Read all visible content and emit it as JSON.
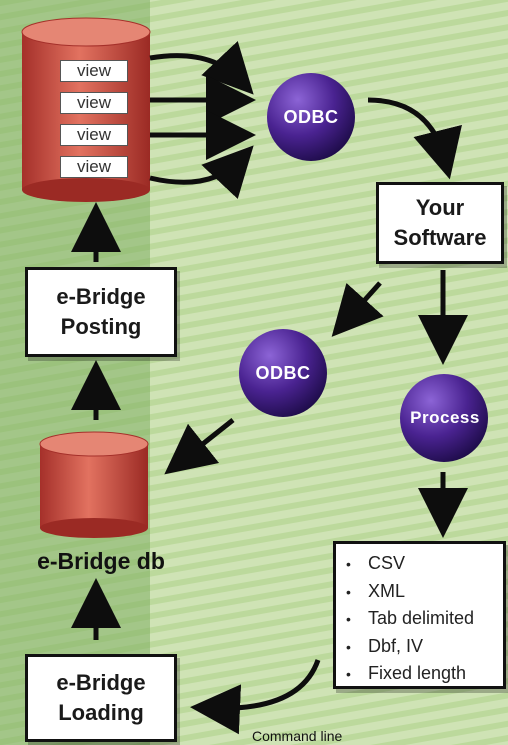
{
  "views": [
    "view",
    "view",
    "view",
    "view"
  ],
  "odbc_top": "ODBC",
  "odbc_mid": "ODBC",
  "process": "Process",
  "your_software": [
    "Your",
    "Software"
  ],
  "posting": [
    "e-Bridge",
    "Posting"
  ],
  "db_label": "e-Bridge db",
  "loading": [
    "e-Bridge",
    "Loading"
  ],
  "formats": [
    "CSV",
    "XML",
    "Tab delimited",
    "Dbf, IV",
    "Fixed length"
  ],
  "command_line": "Command line",
  "colors": {
    "background": "#cfe3b5",
    "cylinder": "#c8483a",
    "sphere": "#3a1c7a",
    "arrow": "#0d0d0d"
  }
}
